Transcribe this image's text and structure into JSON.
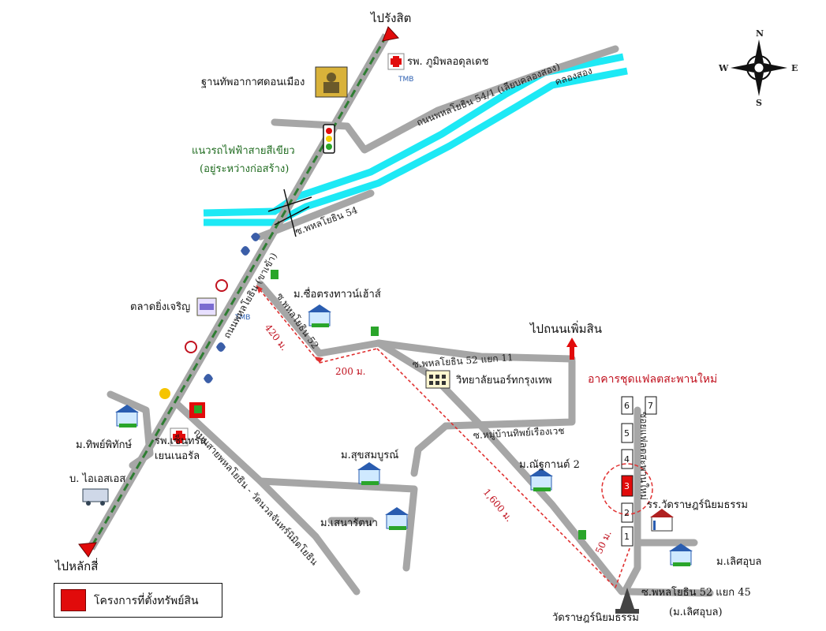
{
  "compass": {
    "n": "N",
    "s": "S",
    "e": "E",
    "w": "W"
  },
  "labels": {
    "to_rangsit": "ไปรังสิต",
    "to_laksi": "ไปหลักสี่",
    "to_nawamin": "ไปถนนเพิ่มสิน",
    "target_building": "อาคารชุดแฟลตสะพานใหม่",
    "bhumibol_hospital": "รพ. ภูมิพลอดุลเดช",
    "air_force_base": "ฐานทัพอากาศดอนเมือง",
    "road_541": "ถนนพหลโยธิน 54/1 (เลียบคลองสอง)",
    "canal": "คลองสอง",
    "skytrain_line": "แนวรถไฟฟ้าสายสีเขียว",
    "skytrain_note": "(อยู่ระหว่างก่อสร้าง)",
    "soi_54": "ซ.พหลโยธิน 54",
    "main_road": "ถนนพหลโยธิน (ขาเข้า)",
    "market": "ตลาดยิ่งเจริญ",
    "moo_sue_trong": "ม.ซื่อตรงทาวน์เฮ้าส์",
    "soi_52": "ซ.พหลโยธิน 52",
    "soi_52_11": "ซ.พหลโยธิน 52 แยก 11",
    "college": "วิทยาลัยนอร์ทกรุงเทพ",
    "soi_village": "ซ.หมู่บ้านทิพย์เรืองเวช",
    "moo_thip": "ม.ทิพย์พิทักษ์",
    "hospital_central": "รพ.เซ็นทรัล",
    "hospital_central2": "เยนเนอรัล",
    "bo_ios": "บ. ไอเอสเอส",
    "road_ratchada": "ถนนสายพหลโยธิน - วัดนวลจันทร์นิมิตโยธิน",
    "moo_sukhsomboon": "ม.สุขสมบูรณ์",
    "moo_snarat": "ม.เสนารัตนา",
    "moo_ratkan": "ม.ณัฐกานต์ 2",
    "school": "รร.วัดราษฎร์นิยมธรรม",
    "moo_lert": "ม.เลิศอุบล",
    "soi_52_45": "ซ.พหลโยธิน 52 แยก 45",
    "moo_lert2": "(ม.เลิศอุบล)",
    "temple": "วัดราษฎร์นิยมธรรม",
    "soi_flat": "ซอยแฟลตสะพานใหม่",
    "tmb": "TMB"
  },
  "distances": {
    "d420": "420 ม.",
    "d200": "200 ม.",
    "d1600": "1,600 ม.",
    "d50": "50 ม."
  },
  "buildings": [
    "6",
    "7",
    "5",
    "4",
    "3",
    "2",
    "1"
  ],
  "highlighted_building": "3",
  "legend": {
    "label": "โครงการที่ตั้งทรัพย์สิน"
  },
  "colors": {
    "road": "#a6a6a6",
    "canal": "#1de9f5",
    "skytrain": "#2e7d32",
    "route": "#e03030",
    "target": "#e10b0b"
  }
}
